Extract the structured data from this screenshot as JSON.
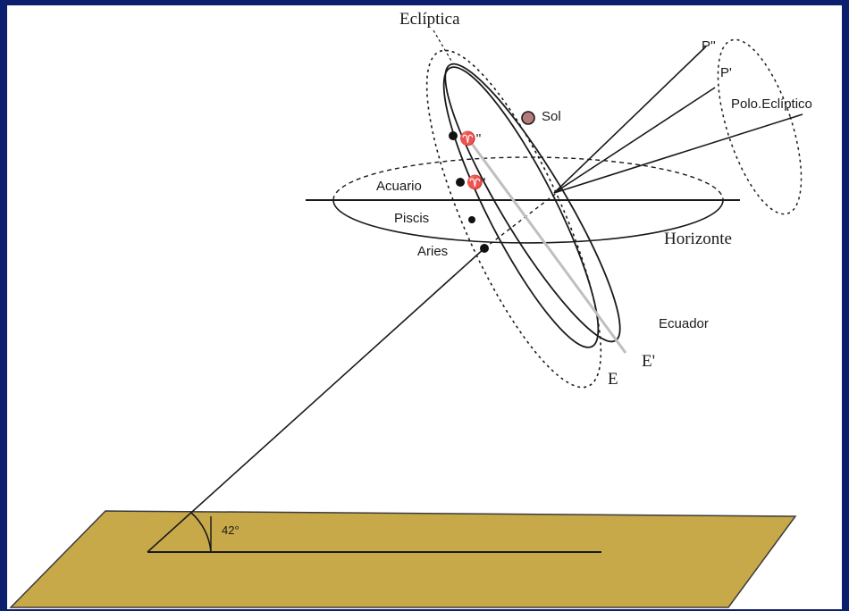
{
  "labels": {
    "ecliptica": "Eclíptica",
    "sol": "Sol",
    "p_double": "P''",
    "p_prime": "P'",
    "polo_ecliptico": "Polo.Eclíptico",
    "aries_double": "♈''",
    "aries_prime": "♈'",
    "acuario": "Acuario",
    "piscis": "Piscis",
    "aries": "Aries",
    "horizonte": "Horizonte",
    "ecuador": "Ecuador",
    "e": "E",
    "e_prime": "E'",
    "angle": "42°"
  },
  "colors": {
    "background": "#0b1f6e",
    "panel": "#ffffff",
    "ground": "#c8a94a",
    "line": "#1a1a1a",
    "sun": "#b47b7b"
  }
}
